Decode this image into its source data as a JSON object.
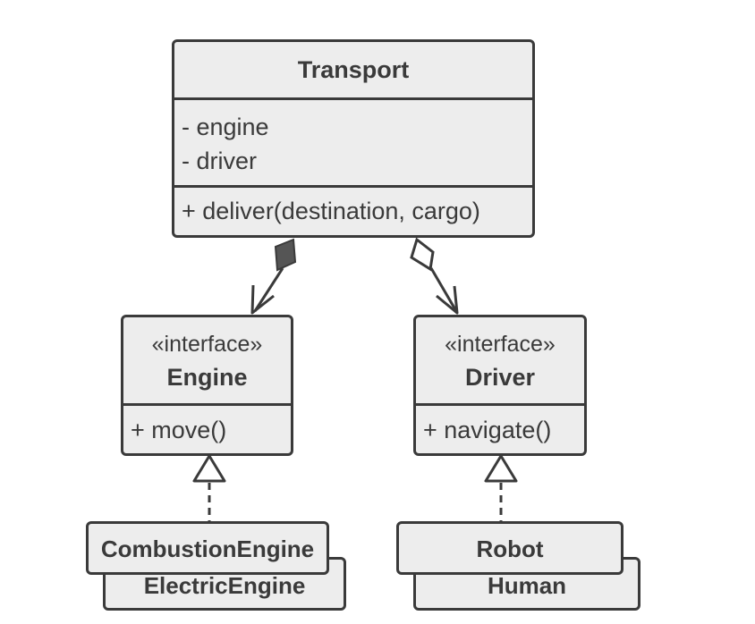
{
  "transport": {
    "name": "Transport",
    "fields": [
      "- engine",
      "- driver"
    ],
    "methods": [
      "+ deliver(destination, cargo)"
    ]
  },
  "engine": {
    "stereotype": "«interface»",
    "name": "Engine",
    "methods": [
      "+ move()"
    ]
  },
  "driver": {
    "stereotype": "«interface»",
    "name": "Driver",
    "methods": [
      "+ navigate()"
    ]
  },
  "engine_impls": [
    "CombustionEngine",
    "ElectricEngine"
  ],
  "driver_impls": [
    "Robot",
    "Human"
  ],
  "colors": {
    "stroke": "#3a3a3a",
    "fill": "#ededed",
    "composition_diamond": "#555555"
  },
  "relations": [
    {
      "from": "Transport",
      "to": "Engine",
      "kind": "composition"
    },
    {
      "from": "Transport",
      "to": "Driver",
      "kind": "aggregation"
    },
    {
      "from": "CombustionEngine",
      "to": "Engine",
      "kind": "realization"
    },
    {
      "from": "Robot",
      "to": "Driver",
      "kind": "realization"
    }
  ]
}
